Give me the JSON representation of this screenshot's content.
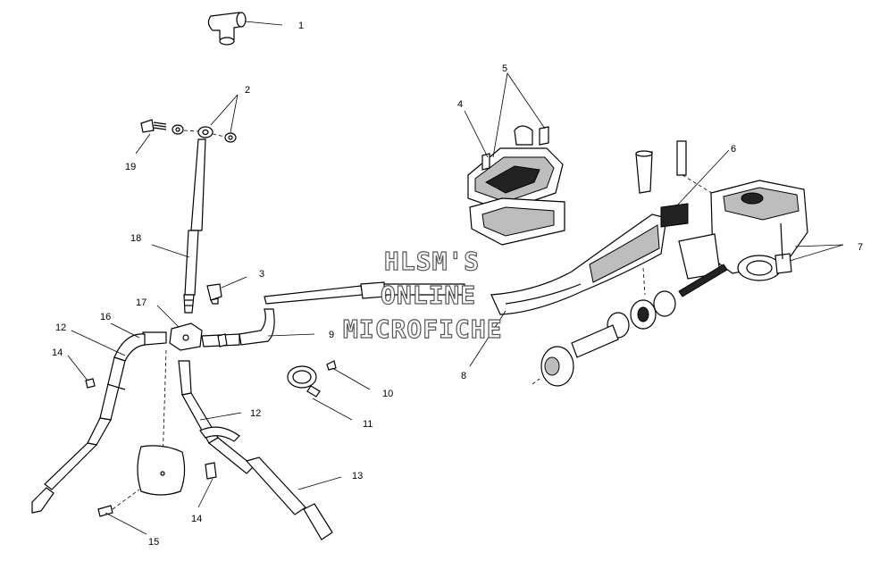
{
  "callouts": [
    "1",
    "2",
    "3",
    "4",
    "5",
    "6",
    "7",
    "8",
    "9",
    "10",
    "11",
    "12",
    "12",
    "13",
    "14",
    "14",
    "15",
    "16",
    "17",
    "18",
    "19"
  ],
  "watermark": {
    "line1": "HLSM'S",
    "line2": "ONLINE",
    "line3": "MICROFICHE"
  }
}
